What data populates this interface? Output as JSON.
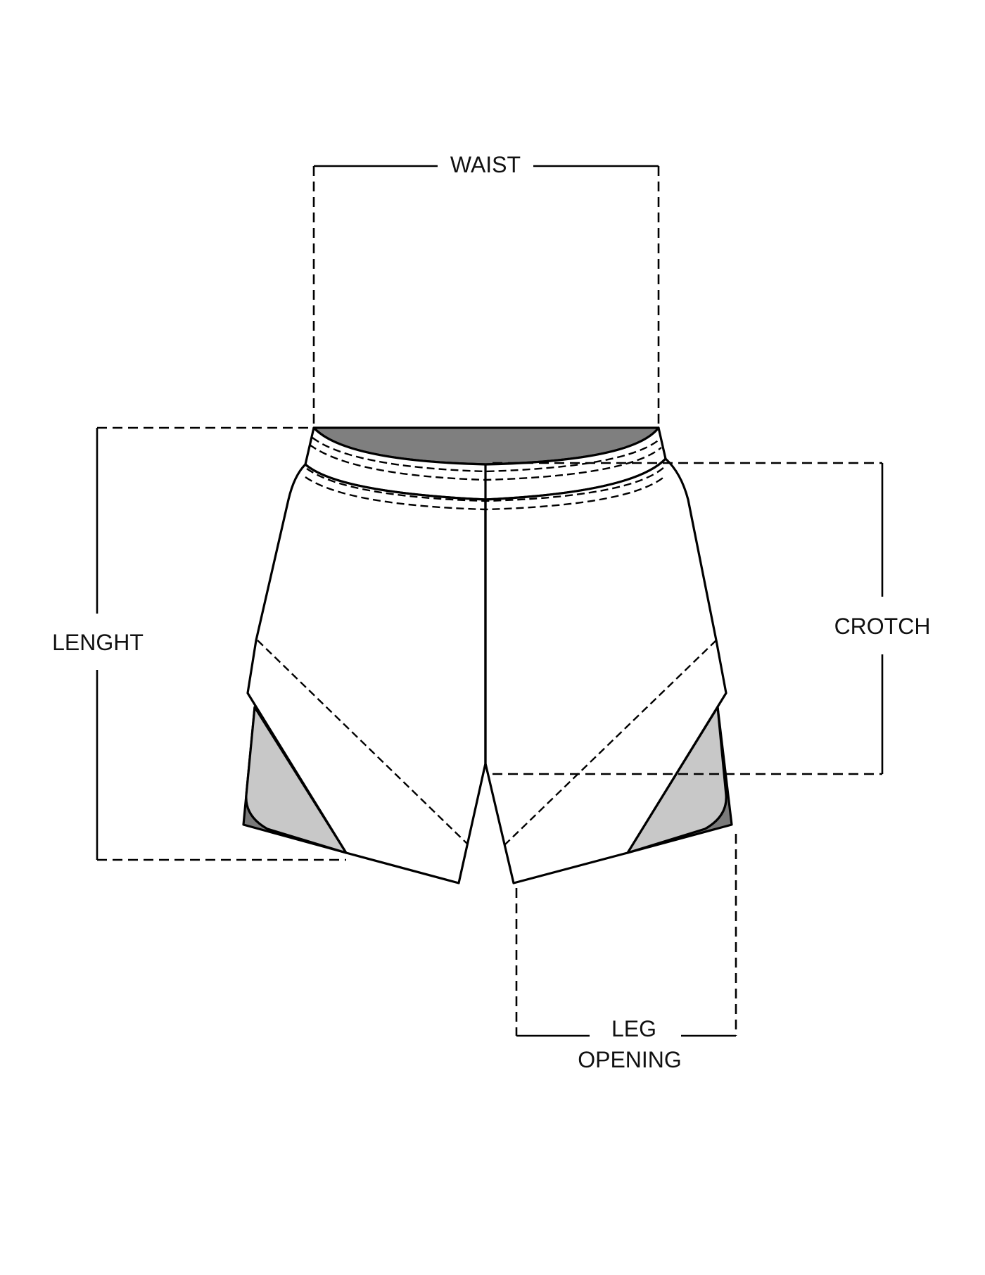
{
  "labels": {
    "waist": "WAIST",
    "length": "LENGHT",
    "crotch": "CROTCH",
    "leg_opening_line1": "LEG",
    "leg_opening_line2": "OPENING"
  },
  "colors": {
    "background": "#ffffff",
    "line": "#000000",
    "waistband_inner": "#7f7f7f",
    "liner_light": "#c8c8c8",
    "liner_dark": "#7a7a7a"
  }
}
